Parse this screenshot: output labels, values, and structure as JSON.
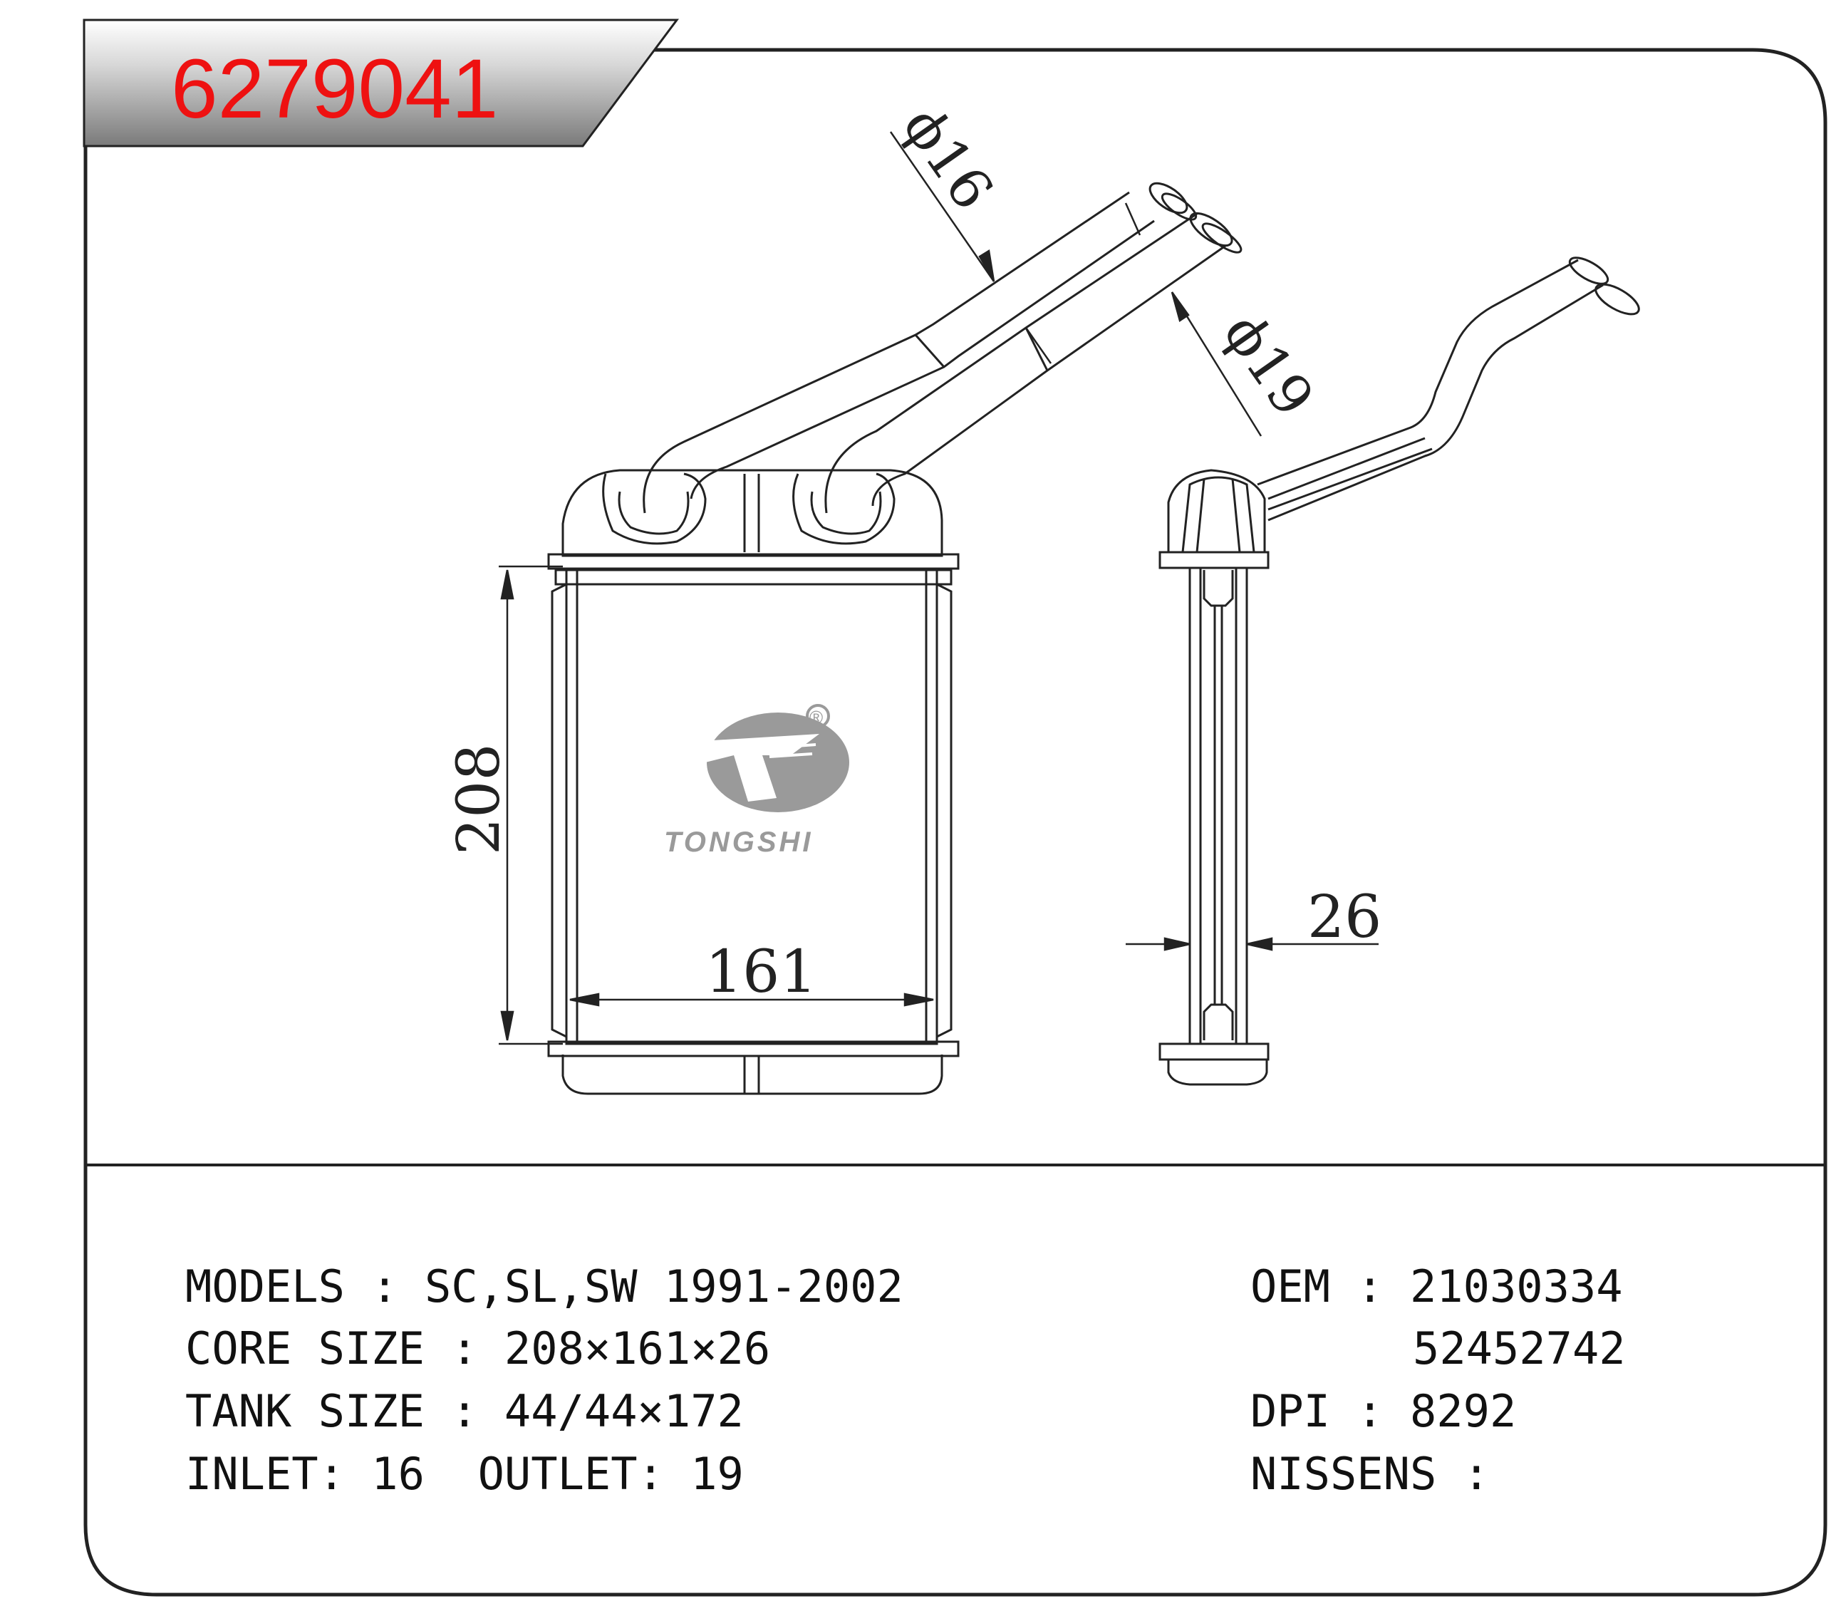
{
  "header": {
    "part_number": "6279041"
  },
  "brand": {
    "logo_text": "TONGSHI",
    "registered_mark": "®",
    "logo_color": "#9a9a9a"
  },
  "dimensions": {
    "height": "208",
    "width": "161",
    "depth": "26",
    "inlet_diameter": "ϕ16",
    "outlet_diameter": "ϕ19"
  },
  "specs": {
    "models": "MODELS : SC,SL,SW 1991-2002",
    "core_size": "CORE SIZE : 208×161×26",
    "tank_size": "TANK SIZE : 44/44×172",
    "inlet_outlet": "INLET: 16  OUTLET: 19",
    "oem_line1": "OEM : 21030334",
    "oem_line2": "52452742",
    "dpi": "DPI : 8292",
    "nissens": "NISSENS :"
  },
  "colors": {
    "part_number": "#ee1111",
    "outline": "#222222"
  }
}
